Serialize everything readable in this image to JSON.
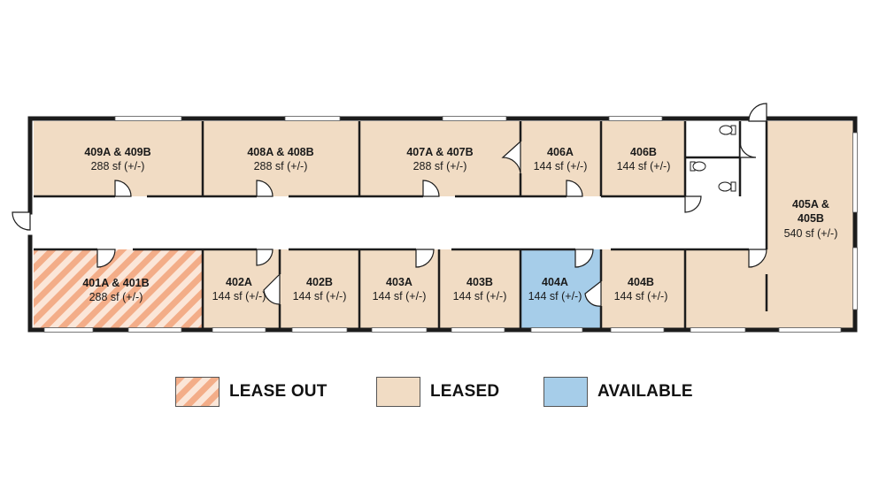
{
  "colors": {
    "leased": "#f1dcc4",
    "available": "#a6cde9",
    "lease_out_stripe": "#f3ad88",
    "lease_out_bg": "#fbe6d8",
    "wall": "#1c1c1c",
    "corridor": "#ffffff",
    "restroom": "#ffffff"
  },
  "units": {
    "u409": {
      "name": "409A & 409B",
      "area": "288 sf (+/-)",
      "status": "leased"
    },
    "u408": {
      "name": "408A & 408B",
      "area": "288 sf (+/-)",
      "status": "leased"
    },
    "u407": {
      "name": "407A & 407B",
      "area": "288 sf (+/-)",
      "status": "leased"
    },
    "u406a": {
      "name": "406A",
      "area": "144 sf (+/-)",
      "status": "leased"
    },
    "u406b": {
      "name": "406B",
      "area": "144 sf (+/-)",
      "status": "leased"
    },
    "u405": {
      "name_line1": "405A &",
      "name_line2": "405B",
      "area": "540 sf (+/-)",
      "status": "leased"
    },
    "u401": {
      "name": "401A & 401B",
      "area": "288 sf (+/-)",
      "status": "lease-out"
    },
    "u402a": {
      "name": "402A",
      "area": "144 sf (+/-)",
      "status": "leased"
    },
    "u402b": {
      "name": "402B",
      "area": "144 sf (+/-)",
      "status": "leased"
    },
    "u403a": {
      "name": "403A",
      "area": "144 sf (+/-)",
      "status": "leased"
    },
    "u403b": {
      "name": "403B",
      "area": "144 sf (+/-)",
      "status": "leased"
    },
    "u404a": {
      "name": "404A",
      "area": "144 sf (+/-)",
      "status": "available"
    },
    "u404b": {
      "name": "404B",
      "area": "144 sf (+/-)",
      "status": "leased"
    }
  },
  "legend": {
    "lease_out": "LEASE OUT",
    "leased": "LEASED",
    "available": "AVAILABLE"
  }
}
